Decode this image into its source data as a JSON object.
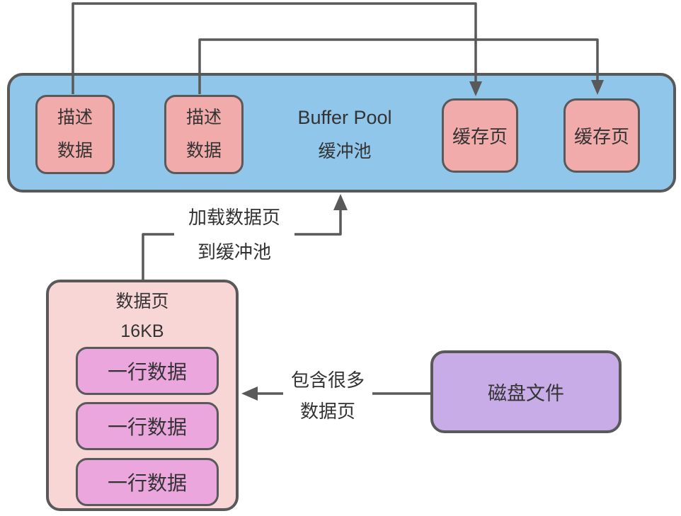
{
  "colors": {
    "buffer_pool_fill": "#90C6EA",
    "describe_fill": "#F2ABAB",
    "cache_page_fill": "#F2ABAB",
    "data_page_fill": "#F8D6D6",
    "row_fill": "#EBA6DE",
    "disk_fill": "#C8ACE7",
    "stroke": "#595959",
    "text": "#333333"
  },
  "buffer_pool": {
    "title_en": "Buffer Pool",
    "title_zh": "缓冲池",
    "describe_blocks": [
      {
        "line1": "描述",
        "line2": "数据"
      },
      {
        "line1": "描述",
        "line2": "数据"
      }
    ],
    "cache_pages": [
      {
        "label": "缓存页"
      },
      {
        "label": "缓存页"
      }
    ]
  },
  "data_page": {
    "title": "数据页",
    "size": "16KB",
    "rows": [
      {
        "label": "一行数据"
      },
      {
        "label": "一行数据"
      },
      {
        "label": "一行数据"
      }
    ]
  },
  "disk_file": {
    "label": "磁盘文件"
  },
  "arrow_labels": {
    "load_line1": "加载数据页",
    "load_line2": "到缓冲池",
    "contain_line1": "包含很多",
    "contain_line2": "数据页"
  }
}
